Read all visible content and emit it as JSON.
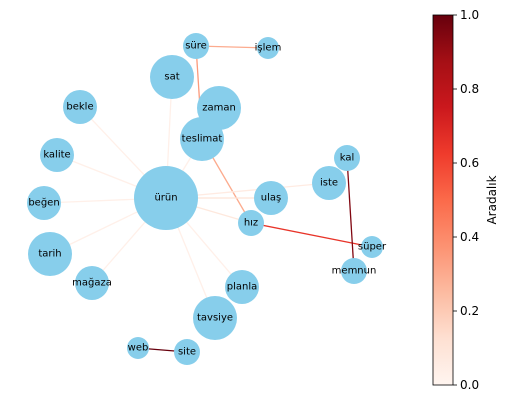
{
  "colorbar": {
    "label": "Aradalık",
    "ticks": [
      "0.0",
      "0.2",
      "0.4",
      "0.6",
      "0.8",
      "1.0"
    ],
    "tick_values": [
      0.0,
      0.2,
      0.4,
      0.6,
      0.8,
      1.0
    ],
    "range": [
      0.0,
      1.0
    ],
    "colormap": "Reds",
    "colors": [
      "#fff5f0",
      "#fee0d2",
      "#fcbba1",
      "#fc9272",
      "#fb6a4a",
      "#ef3b2c",
      "#cb181d",
      "#a50f15",
      "#67000d"
    ]
  },
  "node_color": "#87ceeb",
  "nodes": [
    {
      "id": "ürün",
      "label": "ürün",
      "size": "xl"
    },
    {
      "id": "sat",
      "label": "sat",
      "size": "l"
    },
    {
      "id": "süre",
      "label": "süre",
      "size": "s"
    },
    {
      "id": "işlem",
      "label": "işlem",
      "size": "xs"
    },
    {
      "id": "zaman",
      "label": "zaman",
      "size": "l"
    },
    {
      "id": "teslimat",
      "label": "teslimat",
      "size": "l"
    },
    {
      "id": "bekle",
      "label": "bekle",
      "size": "m"
    },
    {
      "id": "kalite",
      "label": "kalite",
      "size": "m"
    },
    {
      "id": "beğen",
      "label": "beğen",
      "size": "m"
    },
    {
      "id": "tarih",
      "label": "tarih",
      "size": "l"
    },
    {
      "id": "mağaza",
      "label": "mağaza",
      "size": "m"
    },
    {
      "id": "ulaş",
      "label": "ulaş",
      "size": "m"
    },
    {
      "id": "hız",
      "label": "hız",
      "size": "s"
    },
    {
      "id": "kal",
      "label": "kal",
      "size": "s"
    },
    {
      "id": "iste",
      "label": "iste",
      "size": "m"
    },
    {
      "id": "süper",
      "label": "süper",
      "size": "xs"
    },
    {
      "id": "memnun",
      "label": "memnun",
      "size": "s"
    },
    {
      "id": "planla",
      "label": "planla",
      "size": "m"
    },
    {
      "id": "tavsiye",
      "label": "tavsiye",
      "size": "l"
    },
    {
      "id": "web",
      "label": "web",
      "size": "xs"
    },
    {
      "id": "site",
      "label": "site",
      "size": "s"
    }
  ],
  "edges": [
    {
      "source": "süre",
      "target": "işlem",
      "weight": 0.3
    },
    {
      "source": "süre",
      "target": "teslimat",
      "weight": 0.35
    },
    {
      "source": "teslimat",
      "target": "hız",
      "weight": 0.3
    },
    {
      "source": "hız",
      "target": "süper",
      "weight": 0.65
    },
    {
      "source": "kal",
      "target": "memnun",
      "weight": 0.95
    },
    {
      "source": "web",
      "target": "site",
      "weight": 1.0
    },
    {
      "source": "ürün",
      "target": "ulaş",
      "weight": 0.1
    },
    {
      "source": "ürün",
      "target": "hız",
      "weight": 0.08
    },
    {
      "source": "ürün",
      "target": "iste",
      "weight": 0.06
    },
    {
      "source": "ürün",
      "target": "bekle",
      "weight": 0.03
    },
    {
      "source": "ürün",
      "target": "kalite",
      "weight": 0.03
    },
    {
      "source": "ürün",
      "target": "beğen",
      "weight": 0.03
    },
    {
      "source": "ürün",
      "target": "tarih",
      "weight": 0.03
    },
    {
      "source": "ürün",
      "target": "mağaza",
      "weight": 0.03
    },
    {
      "source": "ürün",
      "target": "planla",
      "weight": 0.03
    },
    {
      "source": "ürün",
      "target": "tavsiye",
      "weight": 0.03
    },
    {
      "source": "ürün",
      "target": "sat",
      "weight": 0.03
    },
    {
      "source": "ürün",
      "target": "teslimat",
      "weight": 0.03
    }
  ]
}
